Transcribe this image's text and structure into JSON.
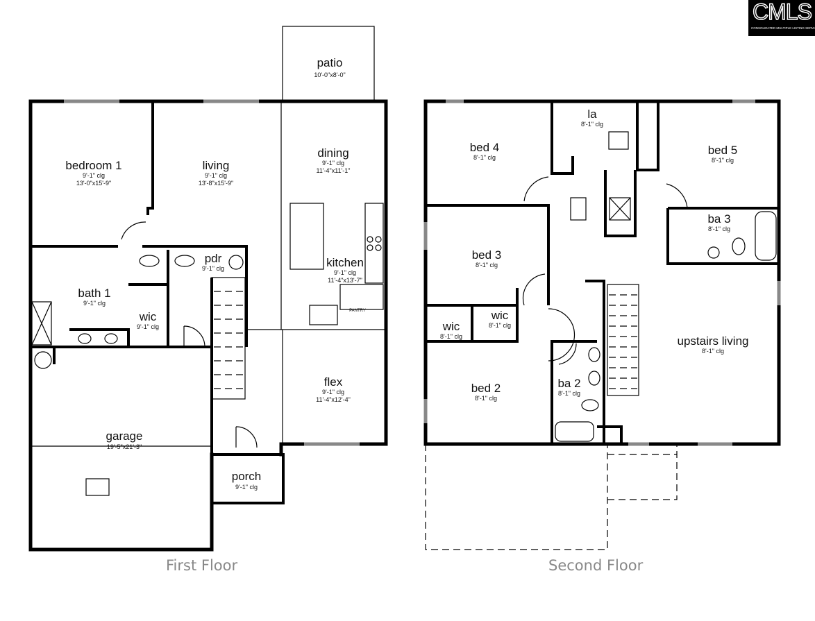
{
  "logo": {
    "text": "CMLS",
    "subtext": "CONSOLIDATED MULTIPLE LISTING SERVICE"
  },
  "first_floor": {
    "caption": "First Floor",
    "rooms": {
      "patio": {
        "name": "patio",
        "dims": "10'-0\"x8'-0\""
      },
      "bedroom1": {
        "name": "bedroom 1",
        "clg": "9'-1\" clg",
        "dims": "13'-0\"x15'-9\""
      },
      "living": {
        "name": "living",
        "clg": "9'-1\" clg",
        "dims": "13'-8\"x15'-9\""
      },
      "dining": {
        "name": "dining",
        "clg": "9'-1\" clg",
        "dims": "11'-4\"x11'-1\""
      },
      "kitchen": {
        "name": "kitchen",
        "clg": "9'-1\" clg",
        "dims": "11'-4\"x13'-7\""
      },
      "pantry": {
        "name": "PANTRY"
      },
      "pdr": {
        "name": "pdr",
        "clg": "9'-1\" clg"
      },
      "bath1": {
        "name": "bath 1",
        "clg": "9'-1\" clg"
      },
      "wic": {
        "name": "wic",
        "clg": "9'-1\" clg"
      },
      "flex": {
        "name": "flex",
        "clg": "9'-1\" clg",
        "dims": "11'-4\"x12'-4\""
      },
      "garage": {
        "name": "garage",
        "dims": "19'-5\"x21'-3\""
      },
      "porch": {
        "name": "porch",
        "clg": "9'-1\" clg"
      }
    }
  },
  "second_floor": {
    "caption": "Second Floor",
    "rooms": {
      "bed4": {
        "name": "bed 4",
        "clg": "8'-1\" clg"
      },
      "la": {
        "name": "la",
        "clg": "8'-1\" clg"
      },
      "bed5": {
        "name": "bed 5",
        "clg": "8'-1\" clg"
      },
      "ba3": {
        "name": "ba 3",
        "clg": "8'-1\" clg"
      },
      "bed3": {
        "name": "bed 3",
        "clg": "8'-1\" clg"
      },
      "wic_a": {
        "name": "wic",
        "clg": "8'-1\" clg"
      },
      "wic_b": {
        "name": "wic",
        "clg": "8'-1\" clg"
      },
      "bed2": {
        "name": "bed 2",
        "clg": "8'-1\" clg"
      },
      "ba2": {
        "name": "ba 2",
        "clg": "8'-1\" clg"
      },
      "upstairs_living": {
        "name": "upstairs living",
        "clg": "8'-1\" clg"
      }
    }
  }
}
